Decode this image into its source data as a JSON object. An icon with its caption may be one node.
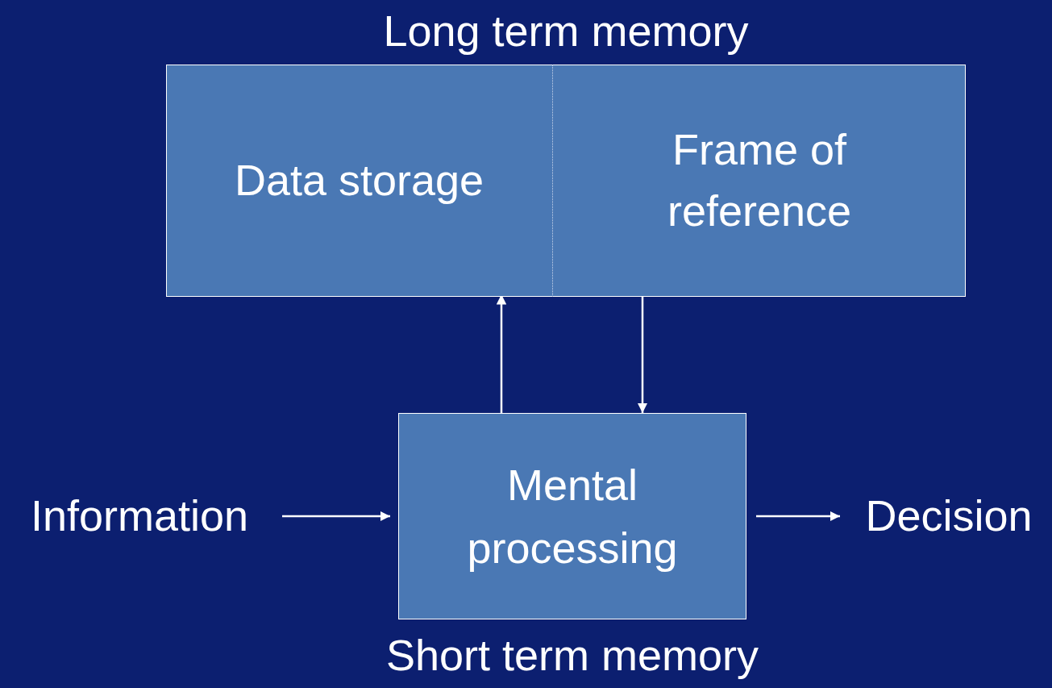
{
  "diagram": {
    "nodes": [
      {
        "text": [
          "Long term memory"
        ]
      },
      {
        "text": [
          "Data storage"
        ],
        "in": 0
      },
      {
        "text": [
          "Frame of reference"
        ],
        "in": 0
      },
      {
        "text": [
          "Mental processing",
          "Short term memory"
        ]
      },
      {
        "text": [
          "Information"
        ]
      },
      {
        "text": [
          "Decision"
        ]
      }
    ],
    "edges": [
      {
        "from": 3,
        "to": 1,
        "arrow": "to"
      },
      {
        "from": 2,
        "to": 3,
        "arrow": "to"
      },
      {
        "from": 4,
        "to": 3,
        "arrow": "to"
      },
      {
        "from": 3,
        "to": 5,
        "arrow": "to"
      }
    ]
  }
}
